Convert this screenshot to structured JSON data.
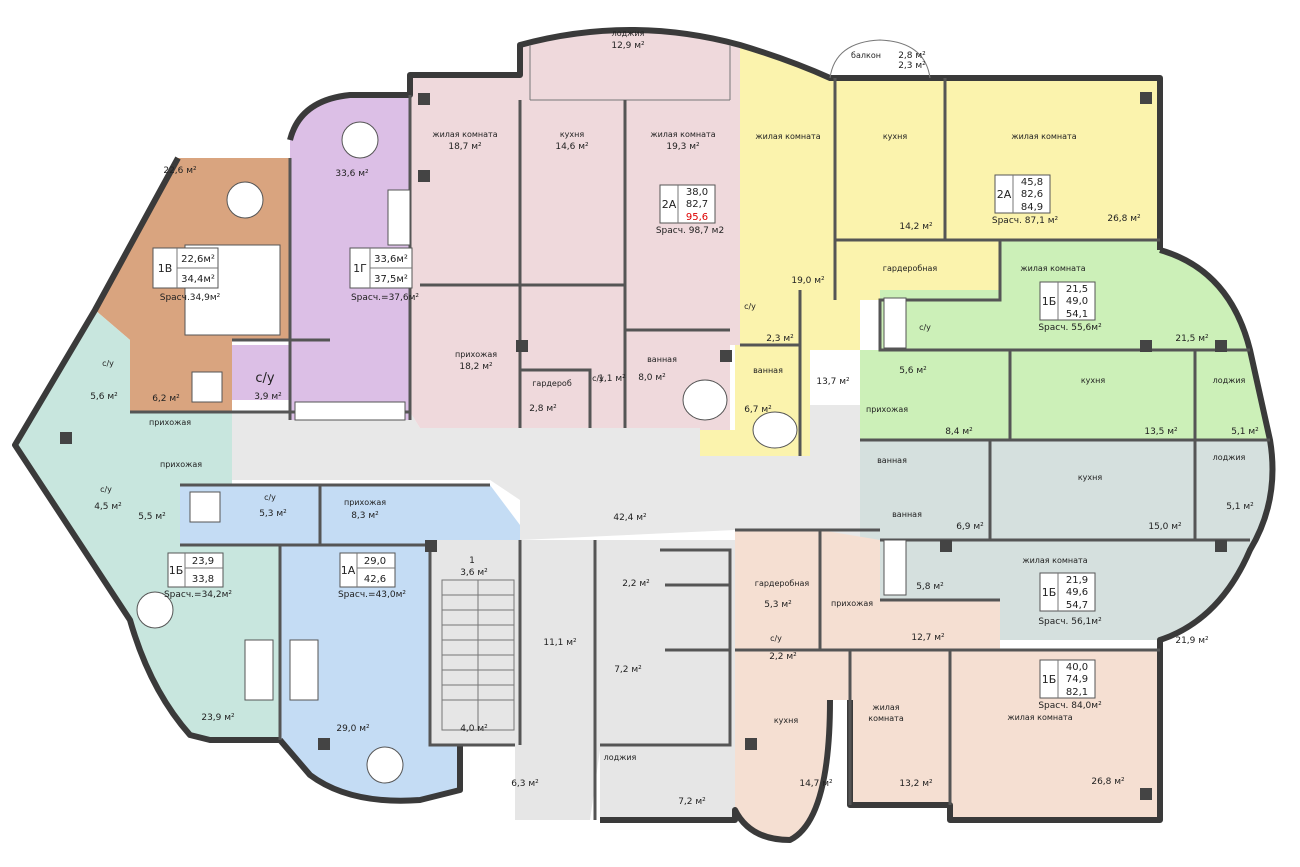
{
  "colors": {
    "apt_1v": "#d9a47f",
    "apt_1g": "#dcbfe6",
    "apt_2a_left": "#efd9dc",
    "apt_2a_right": "#fbf3ad",
    "apt_1b_green": "#ccf0b8",
    "apt_1b_grey": "#d5e0de",
    "apt_1b_peach": "#f5dfd2",
    "apt_1b_teal": "#c8e6de",
    "apt_1a": "#c4dcf4",
    "corridor": "#e8e8e8",
    "wall": "#3a3a3a"
  },
  "rooms": {
    "loggia_top": {
      "name": "лоджия",
      "area": "12,9 м²"
    },
    "balcony": {
      "name": "балкон",
      "area1": "2,8 м²",
      "area2": "2,3 м²"
    },
    "l_living": {
      "name": "жилая комната",
      "area": "18,7 м²"
    },
    "l_kitchen": {
      "name": "кухня",
      "area": "14,6 м²"
    },
    "l_living2": {
      "name": "жилая комната",
      "area": "19,3 м²"
    },
    "l_hall": {
      "name": "прихожая",
      "area": "18,2 м²"
    },
    "l_wardrobe": {
      "name": "гардероб",
      "area": "2,8 м²"
    },
    "l_wc": {
      "name": "с/у",
      "area": "1,1 м²"
    },
    "l_bath": {
      "name": "ванная",
      "area": "8,0 м²"
    },
    "y_living": {
      "name": "жилая комната",
      "area": "19,0 м²"
    },
    "y_kitchen": {
      "name": "кухня",
      "area": "14,2 м²"
    },
    "y_living2": {
      "name": "жилая комната",
      "area": "26,8 м²"
    },
    "y_wardrobe": {
      "name": "гардеробная"
    },
    "y_wc": {
      "name": "с/у",
      "area": "2,3 м²"
    },
    "y_hall": {
      "area": "13,7 м²"
    },
    "y_bath": {
      "name": "ванная",
      "area": "6,7 м²"
    },
    "g_living": {
      "name": "жилая комната",
      "area": "21,5 м²"
    },
    "g_wc": {
      "name": "с/у",
      "area": "5,6 м²"
    },
    "g_hall": {
      "name": "прихожая",
      "area": "8,4 м²"
    },
    "g_kitchen": {
      "name": "кухня",
      "area": "13,5 м²"
    },
    "g_loggia": {
      "name": "лоджия",
      "area": "5,1 м²"
    },
    "gr_bath": {
      "name": "ванная",
      "area": "6,9 м²"
    },
    "gr_bath2": {
      "name": "ванная",
      "area": "5,8 м²"
    },
    "gr_kitchen": {
      "name": "кухня",
      "area": "15,0 м²"
    },
    "gr_loggia": {
      "name": "лоджия",
      "area": "5,1 м²"
    },
    "gr_living": {
      "name": "жилая комната",
      "area": "21,9 м²"
    },
    "p_wardrobe": {
      "name": "гардеробная",
      "area": "5,3 м²"
    },
    "p_hall": {
      "name": "прихожая",
      "area": "12,7 м²"
    },
    "p_wc": {
      "name": "с/у",
      "area": "2,2 м²"
    },
    "p_kitchen": {
      "name": "кухня",
      "area": "14,7 м²"
    },
    "p_living": {
      "name": "жилая\nкомната",
      "name1": "жилая",
      "name2": "комната",
      "area": "13,2 м²"
    },
    "p_living2": {
      "name": "жилая комната",
      "area": "26,8 м²"
    },
    "p_loggia": {
      "name": "лоджия",
      "area": "7,2 м²"
    },
    "v_area": {
      "area": "22,6 м²"
    },
    "v_wc": {
      "name": "с/у",
      "area": "5,6 м²"
    },
    "v_hall": {
      "name": "прихожая",
      "area": "6,2 м²"
    },
    "g1_area": {
      "area": "33,6 м²"
    },
    "g1_wc": {
      "name": "с/у",
      "area": "3,9 м²"
    },
    "t_hall": {
      "name": "прихожая"
    },
    "t_wc": {
      "name": "с/у",
      "area": "4,5 м²"
    },
    "t_area2": {
      "area": "5,5 м²"
    },
    "t_room": {
      "area": "23,9 м²"
    },
    "a_wc": {
      "name": "с/у",
      "area": "5,3 м²"
    },
    "a_hall": {
      "name": "прихожая",
      "area": "8,3 м²"
    },
    "a_room": {
      "area": "29,0 м²"
    },
    "corridor": {
      "area": "42,4 м²"
    },
    "stair": {
      "num": "1",
      "area": "3,6 м²",
      "area2": "4,0 м²"
    },
    "core1": {
      "area": "11,1 м²"
    },
    "core2": {
      "area": "2,2 м²"
    },
    "core3": {
      "area": "7,2 м²"
    },
    "vest": {
      "area": "6,3 м²"
    }
  },
  "badges": {
    "b_1v": {
      "code": "1В",
      "v1": "22,6м²",
      "v2": "34,4м²",
      "calc": "Sрасч.34,9м²"
    },
    "b_1g": {
      "code": "1Г",
      "v1": "33,6м²",
      "v2": "37,5м²",
      "calc": "Sрасч.=37,6м²"
    },
    "b_2a_l": {
      "code": "2А",
      "v1": "38,0",
      "v2": "82,7",
      "v3": "95,6",
      "calc": "Sрасч. 98,7 м2"
    },
    "b_2a_r": {
      "code": "2А",
      "v1": "45,8",
      "v2": "82,6",
      "v3": "84,9",
      "calc": "Sрасч. 87,1 м²"
    },
    "b_1b_g": {
      "code": "1Б",
      "v1": "21,5",
      "v2": "49,0",
      "v3": "54,1",
      "calc": "Sрасч. 55,6м²"
    },
    "b_1b_gr": {
      "code": "1Б",
      "v1": "21,9",
      "v2": "49,6",
      "v3": "54,7",
      "calc": "Sрасч. 56,1м²"
    },
    "b_1b_p": {
      "code": "1Б",
      "v1": "40,0",
      "v2": "74,9",
      "v3": "82,1",
      "calc": "Sрасч. 84,0м²"
    },
    "b_1b_t": {
      "code": "1Б",
      "v1": "23,9",
      "v2": "33,8",
      "calc": "Sрасч.=34,2м²"
    },
    "b_1a": {
      "code": "1А",
      "v1": "29,0",
      "v2": "42,6",
      "calc": "Sрасч.=43,0м²"
    }
  }
}
